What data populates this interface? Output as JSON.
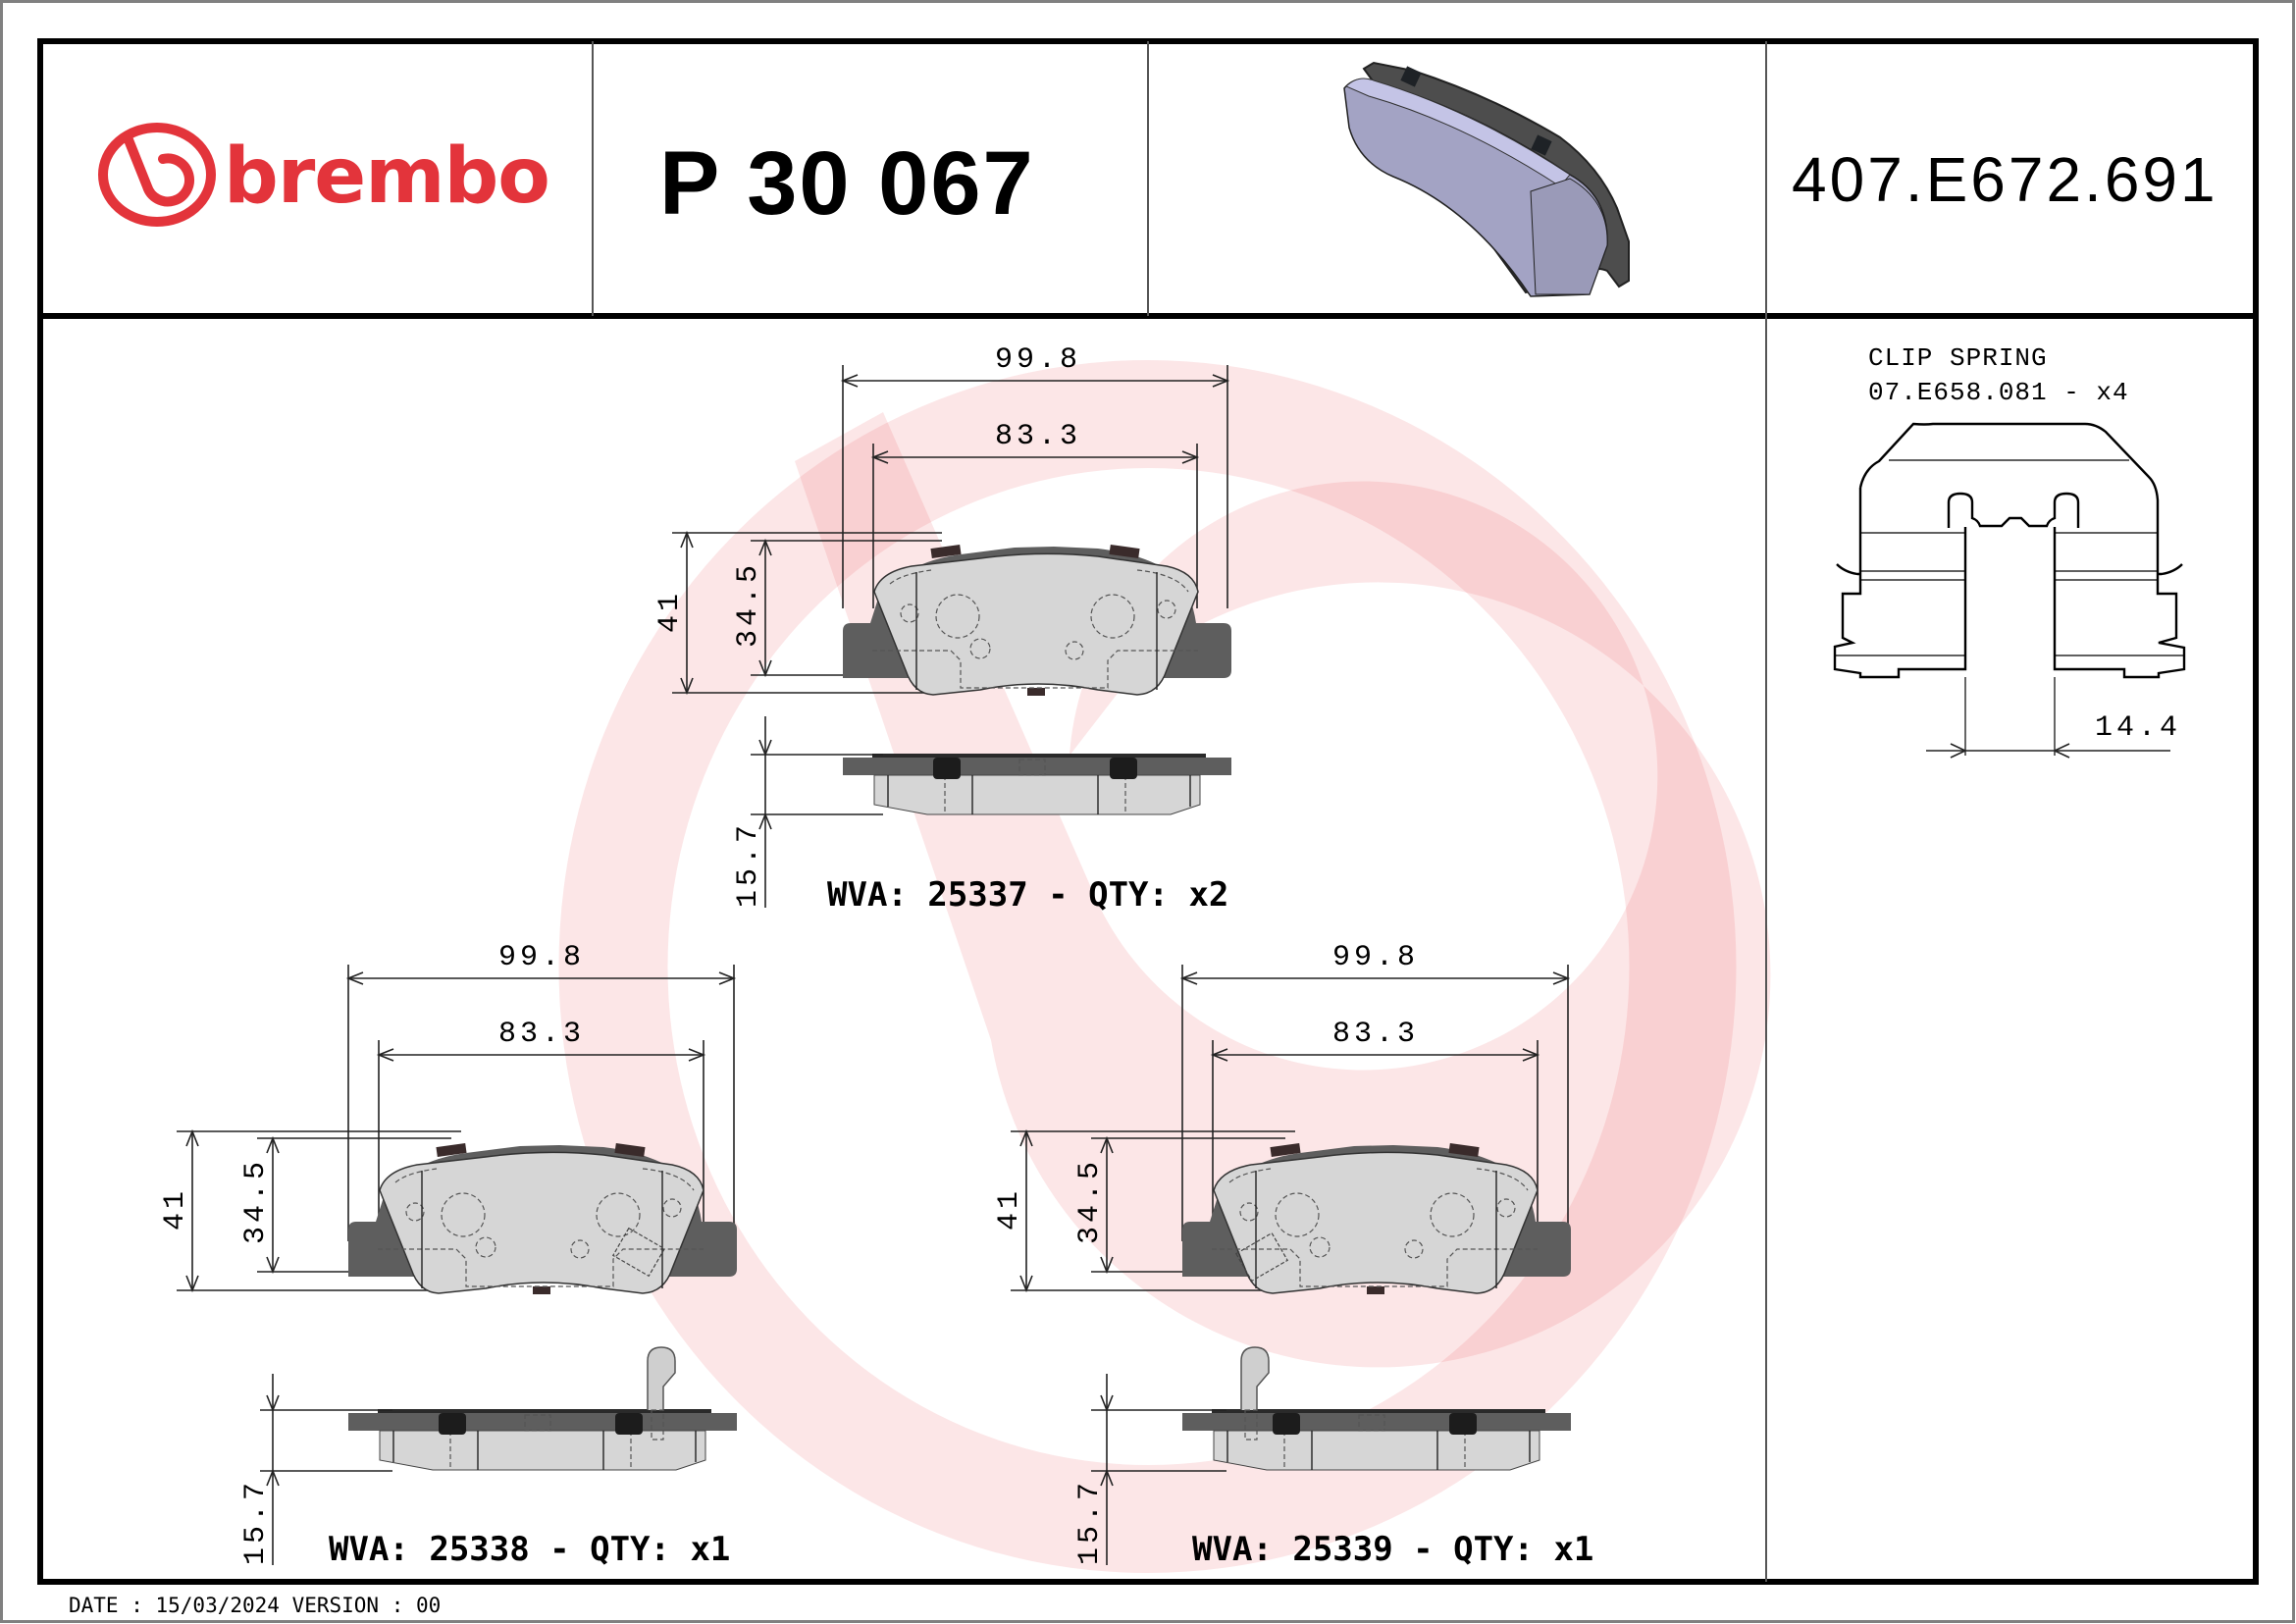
{
  "header": {
    "brand": "brembo",
    "product_code": "P 30 067",
    "reference_code": "407.E672.691",
    "colors": {
      "brand_red": "#e3343b",
      "pad_3d_face": "#a3a3c4",
      "pad_3d_edge": "#c4c4e6",
      "backplate": "#5e5e5e"
    }
  },
  "clip_spring": {
    "title": "CLIP SPRING",
    "part": "07.E658.081 - x4",
    "dimension": "14.4"
  },
  "pads": [
    {
      "id": "top",
      "width_overall": "99.8",
      "width_friction": "83.3",
      "height_overall": "41",
      "height_friction": "34.5",
      "thickness": "15.7",
      "label": "WVA: 25337 - QTY: x2",
      "wva": "25337",
      "qty": "x2",
      "has_wear_sensor": false
    },
    {
      "id": "bottom-left",
      "width_overall": "99.8",
      "width_friction": "83.3",
      "height_overall": "41",
      "height_friction": "34.5",
      "thickness": "15.7",
      "label": "WVA: 25338 - QTY: x1",
      "wva": "25338",
      "qty": "x1",
      "has_wear_sensor": true
    },
    {
      "id": "bottom-right",
      "width_overall": "99.8",
      "width_friction": "83.3",
      "height_overall": "41",
      "height_friction": "34.5",
      "thickness": "15.7",
      "label": "WVA: 25339 - QTY: x1",
      "wva": "25339",
      "qty": "x1",
      "has_wear_sensor": true
    }
  ],
  "footer": {
    "text": "DATE : 15/03/2024 VERSION : 00",
    "date": "15/03/2024",
    "version": "00"
  },
  "icons": {
    "brand_logo": "brembo-logo-icon",
    "watermark": "brembo-watermark-icon",
    "pad_render": "brake-pad-3d-icon",
    "clip_spring": "clip-spring-drawing-icon"
  }
}
